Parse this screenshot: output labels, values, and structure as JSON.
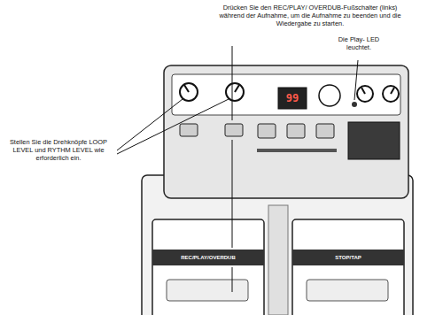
{
  "diagram": {
    "labels": [
      "Drücken Sie den REC/PLAY/ OVERDUB-Fußschalter (links) während der Aufnahme, um die Aufnahme zu beenden und die Wiedergabe zu starten.",
      "Die Play- LED leuchtet.",
      "Stellen Sie die Drehknöpfe LOOP LEVEL und RYTHM LEVEL wie erforderlich ein.",
      "99",
      "REC/PLAY/OVERDUB",
      "STOP/TAP"
    ]
  }
}
